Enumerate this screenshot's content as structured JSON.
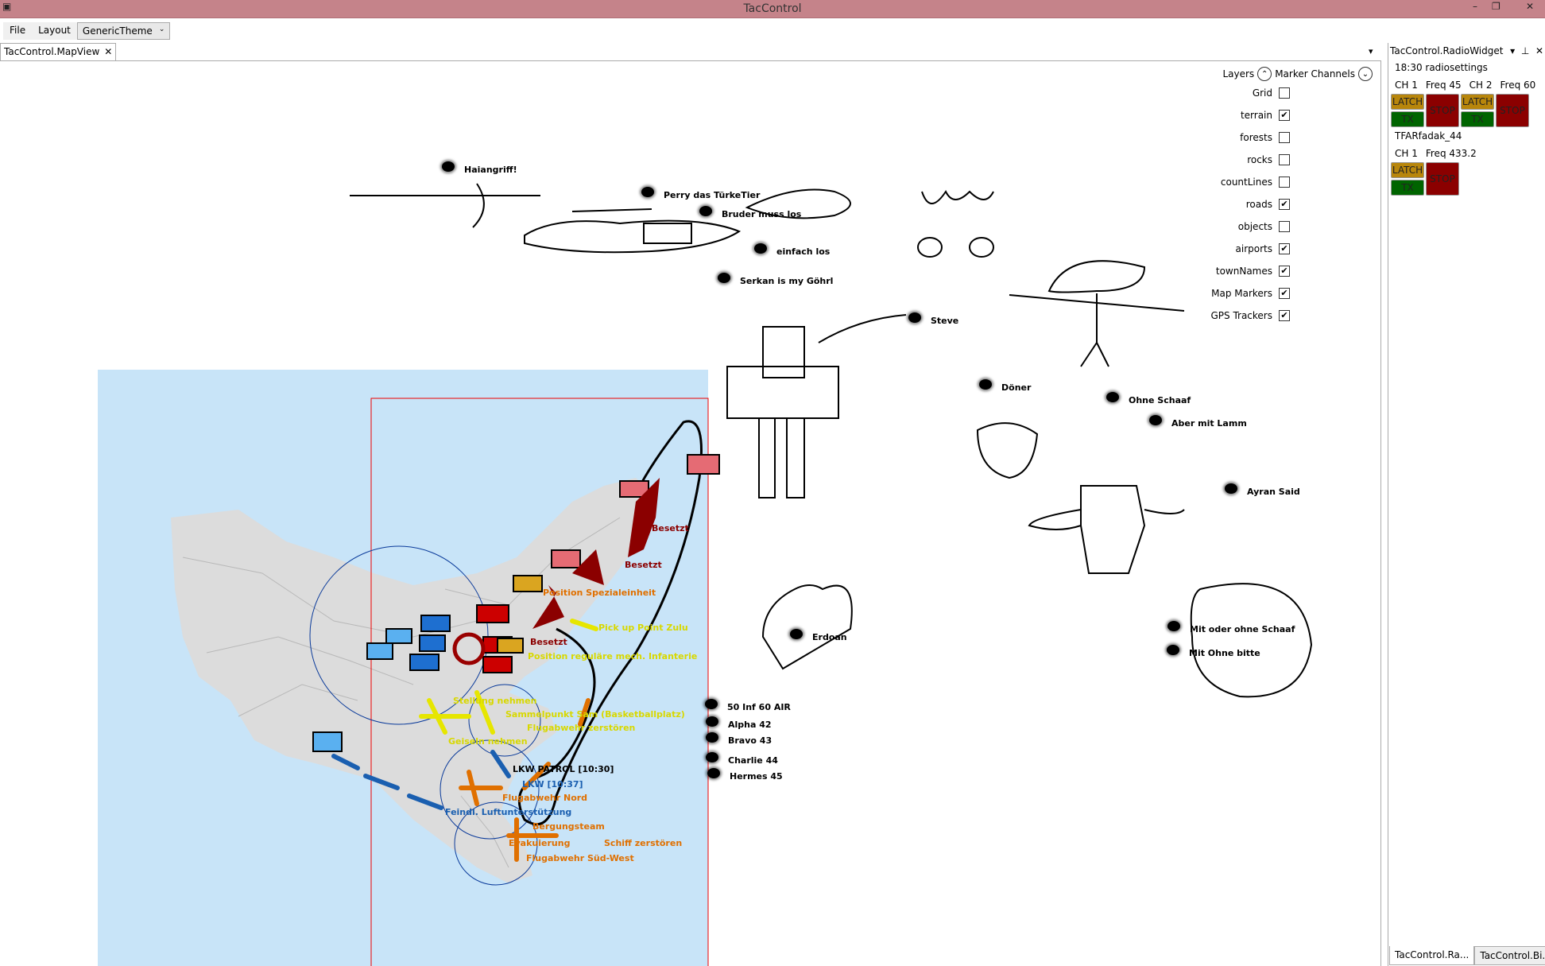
{
  "window": {
    "title": "TacControl",
    "min": "–",
    "max": "❐",
    "close": "✕"
  },
  "menu": {
    "file": "File",
    "layout": "Layout",
    "theme": "GenericTheme"
  },
  "map_tab": {
    "label": "TacControl.MapView",
    "close": "✕",
    "overflow": "▾"
  },
  "layers": {
    "title": "Layers",
    "channels": "Marker Channels",
    "items": [
      {
        "label": "Grid",
        "checked": false
      },
      {
        "label": "terrain",
        "checked": true
      },
      {
        "label": "forests",
        "checked": false
      },
      {
        "label": "rocks",
        "checked": false
      },
      {
        "label": "countLines",
        "checked": false
      },
      {
        "label": "roads",
        "checked": true
      },
      {
        "label": "objects",
        "checked": false
      },
      {
        "label": "airports",
        "checked": true
      },
      {
        "label": "townNames",
        "checked": true
      },
      {
        "label": "Map Markers",
        "checked": true
      },
      {
        "label": "GPS Trackers",
        "checked": true
      }
    ]
  },
  "markers": [
    "Haiangriff!",
    "Perry das TürkeTier",
    "Bruder muss los",
    "einfach los",
    "Serkan is my Göhrl",
    "Steve",
    "Döner",
    "Ohne Schaaf",
    "Aber mit Lamm",
    "Ayran Said",
    "Erdoan",
    "Mit oder ohne Schaaf",
    "Mit Ohne bitte",
    "50 Inf 60 AIR",
    "Alpha 42",
    "Bravo 43",
    "Charlie 44",
    "Hermes 45"
  ],
  "map_labels": [
    "Besetzt",
    "Besetzt",
    "Position Spezialeinheit",
    "Pick up Point Zulu",
    "Besetzt",
    "Position reguläre mech. Infanterie",
    "Stellung nehmen",
    "Sammelpunkt Sam (Basketballplatz)",
    "Flugabwehr zerstören",
    "Geiseln nehmen",
    "LKW PATROL [10:30]",
    "LKW [10:37]",
    "Flugabwehr Nord",
    "Feindl. Luftunterstützung",
    "Bergungsteam",
    "Evakuierung",
    "Schiff zerstören",
    "Flugabwehr Süd-West"
  ],
  "radio": {
    "title": "TacControl.RadioWidget",
    "status": "18:30 radiosettings",
    "groups": [
      {
        "name": null,
        "channels": [
          {
            "ch": "CH 1",
            "freq": "Freq 45"
          },
          {
            "ch": "CH 2",
            "freq": "Freq 60"
          }
        ]
      },
      {
        "name": "TFARfadak_44",
        "channels": [
          {
            "ch": "CH 1",
            "freq": "Freq 433.2"
          }
        ]
      }
    ],
    "latch": "LATCH",
    "tx": "TX",
    "stop": "STOP"
  },
  "bottom_tabs": [
    "TacControl.Ra...",
    "TacControl.Bi..."
  ],
  "colors": {
    "title": "#c5838a",
    "latch": "#b8860b",
    "tx": "#006400",
    "stop": "#8b0000",
    "water": "#c8e4f8"
  }
}
